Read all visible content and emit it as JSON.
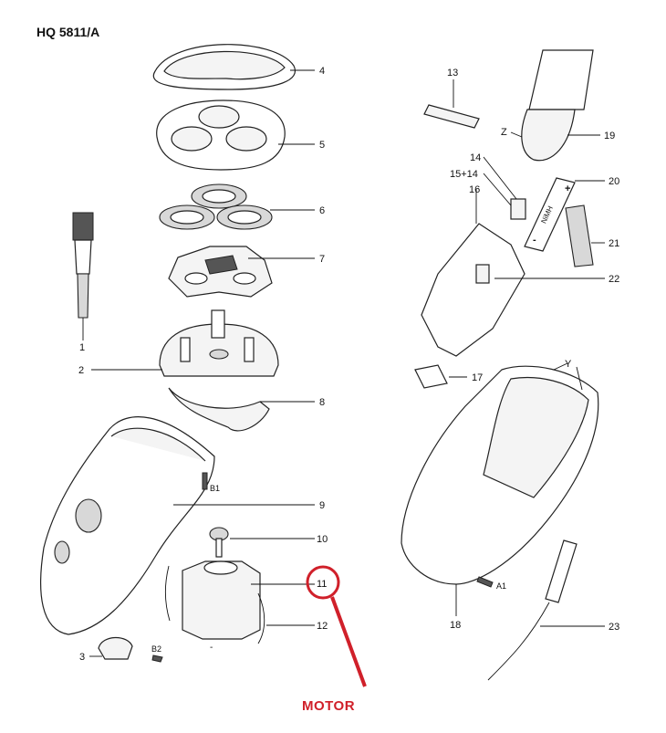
{
  "title": "HQ 5811/A",
  "highlight": {
    "label": "MOTOR",
    "color": "#d0202a",
    "part": "11"
  },
  "parts": [
    {
      "id": "p1",
      "label": "1"
    },
    {
      "id": "p2",
      "label": "2"
    },
    {
      "id": "p3",
      "label": "3"
    },
    {
      "id": "p4",
      "label": "4"
    },
    {
      "id": "p5",
      "label": "5"
    },
    {
      "id": "p6",
      "label": "6"
    },
    {
      "id": "p7",
      "label": "7"
    },
    {
      "id": "p8",
      "label": "8"
    },
    {
      "id": "p9",
      "label": "9"
    },
    {
      "id": "p10",
      "label": "10"
    },
    {
      "id": "p11",
      "label": "11"
    },
    {
      "id": "p12",
      "label": "12"
    },
    {
      "id": "p13",
      "label": "13"
    },
    {
      "id": "p14",
      "label": "14"
    },
    {
      "id": "p1514",
      "label": "15+14"
    },
    {
      "id": "p16",
      "label": "16"
    },
    {
      "id": "p17",
      "label": "17"
    },
    {
      "id": "p18",
      "label": "18"
    },
    {
      "id": "p19",
      "label": "19"
    },
    {
      "id": "p20",
      "label": "20"
    },
    {
      "id": "p21",
      "label": "21"
    },
    {
      "id": "p22",
      "label": "22"
    },
    {
      "id": "p23",
      "label": "23"
    }
  ],
  "annotations": {
    "z": "Z",
    "y": "Y",
    "a1": "A1",
    "b1": "B1",
    "b2": "B2",
    "nimh": "NiMH",
    "plus": "+",
    "minus": "-",
    "battery_minus": "-"
  }
}
